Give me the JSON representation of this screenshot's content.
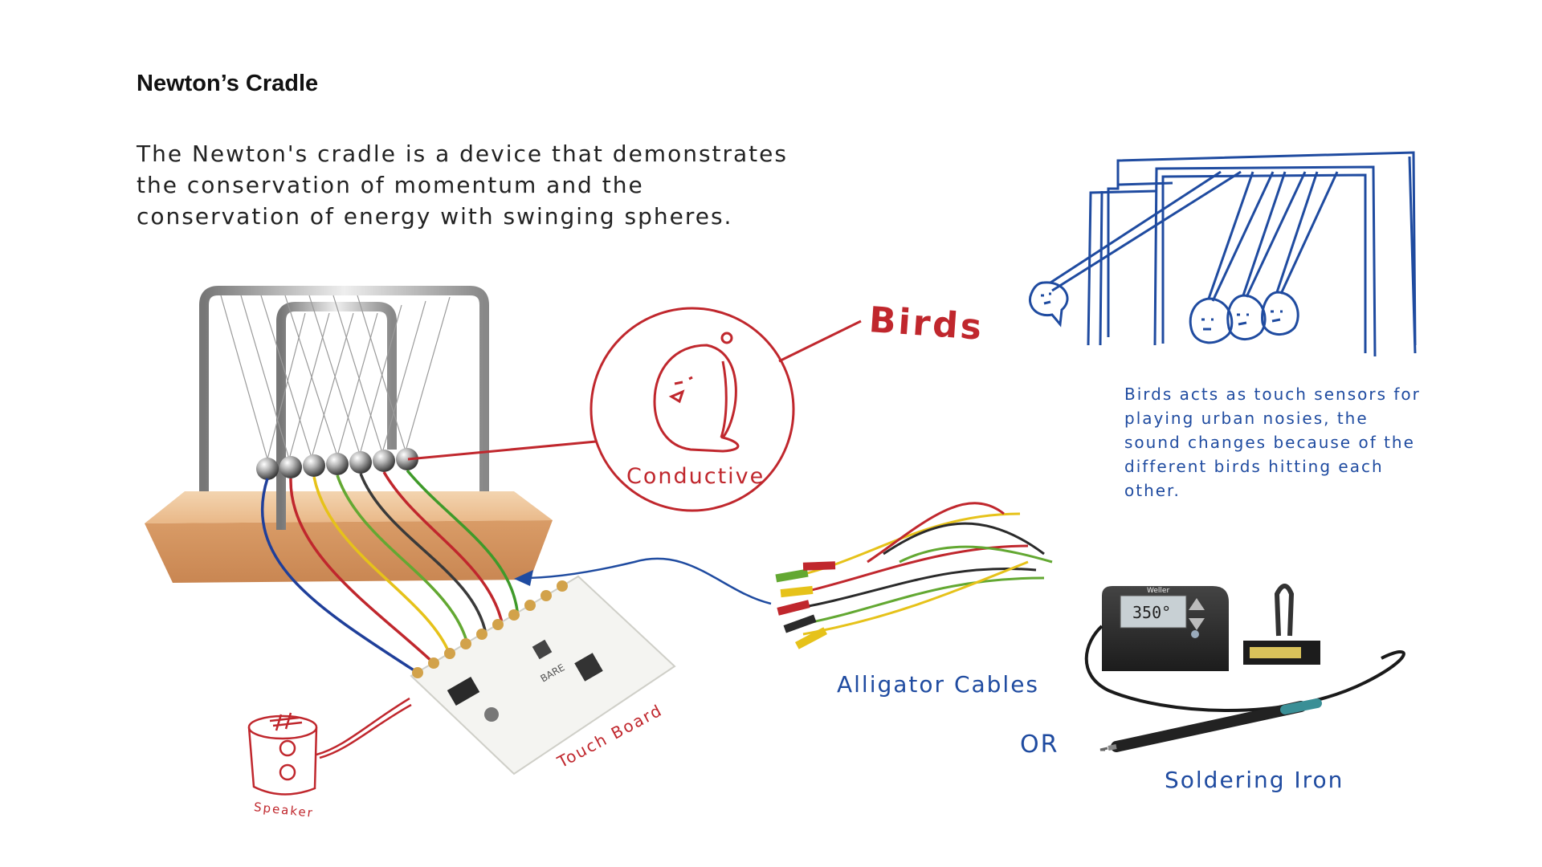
{
  "header": {
    "title": "Newton’s Cradle",
    "description": "The Newton's cradle is a device that demonstrates the conservation of momentum and the conservation of energy with swinging spheres."
  },
  "labels": {
    "birds": "Birds",
    "conductive": "Conductive",
    "birds_note": "Birds acts as touch sensors for playing urban nosies, the sound changes because of the different birds hitting each other.",
    "alligator_cables": "Alligator Cables",
    "or": "OR",
    "soldering_iron": "Soldering Iron",
    "touch_board": "Touch Board",
    "speaker": "Speaker"
  },
  "device_text": {
    "station_brand": "Weller",
    "station_display": "350°",
    "board_brand": "BARE"
  },
  "colors": {
    "accent_red": "#c0272d",
    "accent_blue": "#1f4ba0",
    "wire_colors": [
      "#1f3f9a",
      "#c0272d",
      "#e6c21a",
      "#63a832",
      "#3a3a3a",
      "#c0272d",
      "#3f9a2a"
    ]
  }
}
